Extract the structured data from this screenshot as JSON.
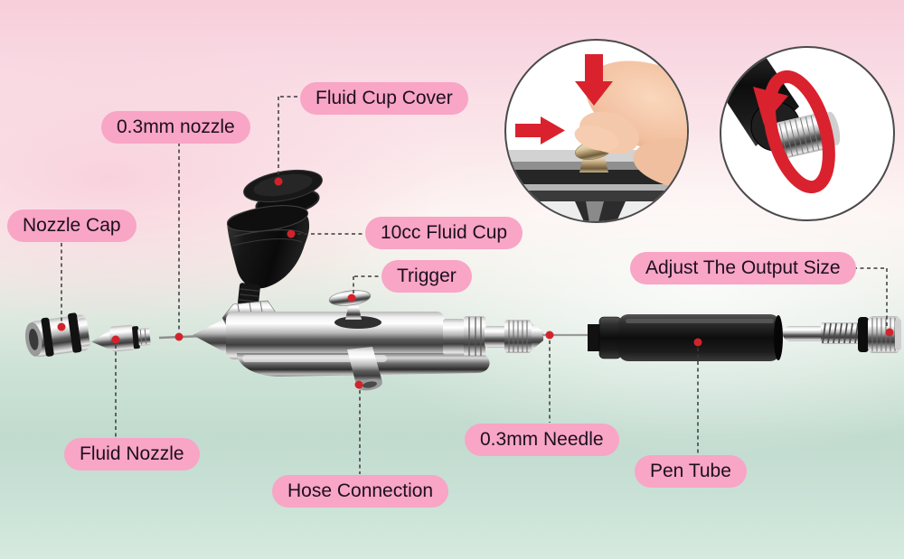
{
  "colors": {
    "label_bg": "#F8A5C6",
    "label_text": "#1C0F1E",
    "marker_red": "#D2232C",
    "arrow_red": "#D9222E",
    "connector": "#3A3A3A",
    "bg_top_pink": "#F7CEDB",
    "bg_bottom_green": "#C2DBCF",
    "inset_border": "#4A4A4A"
  },
  "labels": [
    {
      "id": "fluid-cup-cover",
      "text": "Fluid Cup Cover"
    },
    {
      "id": "nozzle-03mm",
      "text": "0.3mm nozzle"
    },
    {
      "id": "nozzle-cap",
      "text": "Nozzle Cap"
    },
    {
      "id": "fluid-cup-10cc",
      "text": "10cc Fluid Cup"
    },
    {
      "id": "trigger",
      "text": "Trigger"
    },
    {
      "id": "adjust-output-size",
      "text": "Adjust The Output Size"
    },
    {
      "id": "fluid-nozzle",
      "text": "Fluid Nozzle"
    },
    {
      "id": "hose-connection",
      "text": "Hose Connection"
    },
    {
      "id": "needle-03mm",
      "text": "0.3mm Needle"
    },
    {
      "id": "pen-tube",
      "text": "Pen Tube"
    }
  ],
  "insets": [
    {
      "id": "press-trigger-demo",
      "icons": [
        "down-arrow-icon",
        "right-arrow-icon"
      ]
    },
    {
      "id": "rotate-adjust-knob-demo",
      "icons": [
        "rotate-arrow-icon"
      ]
    }
  ]
}
